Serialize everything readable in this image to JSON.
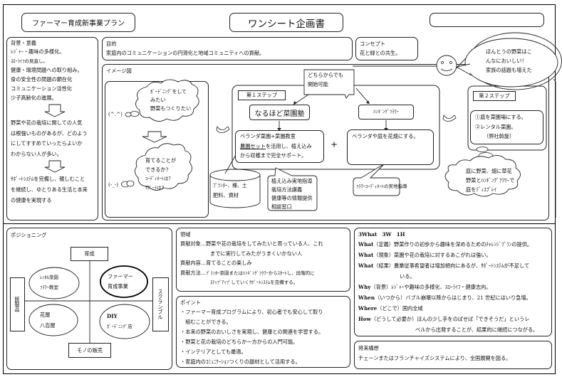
{
  "header": {
    "plan_title": "ファーマー育成新事業プラン",
    "doc_title": "ワンシート企画書",
    "blank_box": ""
  },
  "background": {
    "heading": "背景・意義",
    "items": [
      "ﾚｼﾞｬｰ・趣味の多様化。",
      "ｽﾛｰﾗｲﾌの見直し。",
      "健康・環境問題への取り組み。",
      "食の安全性の問題の顕在化",
      "コミュニケーション活性化",
      "少子高齢化の進展。"
    ],
    "middle": [
      "野菜や花の栽培に関しての人気",
      "は根強いものがあるが、どのよう",
      "にしてすすめていったらよいか",
      "わからない人が多い。"
    ],
    "conclusion": [
      "ｻﾎﾟｰﾄｼｽﾃﾑを完備し、親しむこと",
      "を継続し、ゆとりある生活と本来",
      "の健康を実現する"
    ]
  },
  "purpose": {
    "heading": "目的",
    "text": "家庭内のコミュニケーションの円滑化と地域コミュニティへの貢献。"
  },
  "concept": {
    "heading": "コンセプト",
    "text": "花と緑との共生。"
  },
  "smiley_bubble": [
    "ほんとうの野菜はこ",
    "んなにおいしい！",
    "家族の話題も増えた"
  ],
  "image_diagram": {
    "heading": "イメージ図",
    "face_happy": "(^.^)",
    "face_worried": "(-_-)",
    "thought1": [
      "ｶﾞｰﾃﾞﾆﾝｸﾞをして",
      "みたい",
      "野菜もつくりたい"
    ],
    "thought2": [
      "育てることが",
      "できるか?",
      "ｺｰﾃﾞｨﾈｰﾄは？",
      "ｻﾎﾟｰﾄは？"
    ],
    "callout_either": [
      "どちらからでも",
      "開始可能"
    ],
    "step1_label": "第１ステップ",
    "step1_name": "なるほど菜園塾",
    "step1_detail_line1": "ベランダ菜園+菜園教室",
    "step1_detail_line2_ul": "農園セット",
    "step1_detail_line2_rest": "を活用し、植え込み",
    "step1_detail_line3": "から収穫まで完全サポート。",
    "plus": "+",
    "hanging_name": "ﾊﾝｷﾞﾝｸﾞﾌﾗﾜｰ",
    "hanging_detail": "ベランダや庭を花畑にする。",
    "cylinder": [
      "ﾌﾟﾗﾝﾀｰ、種、土",
      "肥料、資材"
    ],
    "support_callout": [
      "植え込み実地指導",
      "栽培方法講義",
      "健康等の情報提供",
      "相談窓口"
    ],
    "flower_callout": "ﾌﾗﾜｰｺｰﾃﾞｨﾈｰﾄの実地指導",
    "step2_label": "第２ステップ",
    "step2_items": [
      "①庭を菜園場にする。",
      "②レンタル菜園。",
      "（弊社斡旋）"
    ],
    "cloud3": [
      "庭に野菜、畑に草花",
      "野菜とﾊﾝｷﾞﾝｸﾞﾌﾗﾜｰで",
      "庭をﾃﾞｨｽﾌﾟﾚｲ"
    ]
  },
  "positioning": {
    "heading": "ポジショニング",
    "top": "育成",
    "bottom": "モノの販売",
    "left": "既製品",
    "right": "スクランブル",
    "q_top_left": [
      "ﾚﾝﾀﾙ菜園",
      "ﾌﾗﾜｰ教室"
    ],
    "q_top_right": [
      "ファーマー",
      "育成事業"
    ],
    "q_bottom_left": [
      "花屋",
      "八百屋"
    ],
    "q_bottom_right": [
      "DIY",
      "ｶﾞｰﾃﾞﾆﾝｸﾞ店"
    ]
  },
  "domain_box": {
    "heading": "領域",
    "rows": [
      {
        "label": "貢献対象…",
        "lines": [
          "野菜や花の栽培をしてみたいと思っている人、これ",
          "までに実行してみたがうまくいかない人"
        ]
      },
      {
        "label": "貢献内容…",
        "lines": [
          "育てることの楽しみ"
        ]
      },
      {
        "label": "貢献方法…",
        "lines": [
          "ﾌﾟﾗﾝﾀｰ菜園またはﾊﾝｷﾞﾝｸﾞﾌﾗﾜｰからｽﾀｰﾄし、段階的に",
          "ｽﾃｯﾌﾟｱｯﾌﾟしていくｻﾎﾟｰﾄｼｽﾃﾑを完備する。"
        ]
      }
    ]
  },
  "points": {
    "heading": "ポイント",
    "lines": [
      "・ファーマー育成プログラムにより、初心者でも安心して取り",
      "　組むことができる。",
      "・本来の野菜のおいしさを実現し、健康との関連を学習する。",
      "・野菜と花の栽培のどちらか一方からの入門可能。",
      "・インテリアとしても最適。",
      "・家庭内のｺﾐｭﾆｹｰｼｮﾝつくりの題材として活用する。"
    ]
  },
  "w3h1": {
    "heading": "3What　3W　1H",
    "rows": [
      {
        "key": "What",
        "label": "（定義）",
        "lines": [
          "野菜作りの初歩から趣味を深めるためのﾁｬﾚﾝｼﾞﾌﾟﾗﾝの提供。"
        ]
      },
      {
        "key": "What",
        "label": "（現象）",
        "lines": [
          "菜園や花の栽培に対するあこがれは強い。"
        ]
      },
      {
        "key": "What",
        "label": "（結果）",
        "lines": [
          "農業従事希望者は増加傾向にあるが、ｻﾎﾟｰﾄｼｽﾃﾑが不足して",
          "いる。"
        ]
      },
      {
        "key": "Why",
        "label": "（背景）",
        "lines": [
          "ﾚｼﾞｬｰや趣味の多様化、ｽﾛｰﾗｲﾌ・健康志向。"
        ]
      },
      {
        "key": "When",
        "label": "（いつから）",
        "lines": [
          "バブル崩壊以降からはじまり、21 世紀にはいり急増。"
        ]
      },
      {
        "key": "Where",
        "label": "（どこで）",
        "lines": [
          "国内全域"
        ]
      },
      {
        "key": "How",
        "label": "（どうして必要か）",
        "lines": [
          "ほんの少し手をのばせば「できそうだ」というレ",
          "ベルから出発することが、結果的に継続につながる。"
        ]
      }
    ]
  },
  "future": {
    "heading": "将来構想",
    "text": "チェーンまたはフランチャイズシステムにより、全国展開を図る。"
  }
}
